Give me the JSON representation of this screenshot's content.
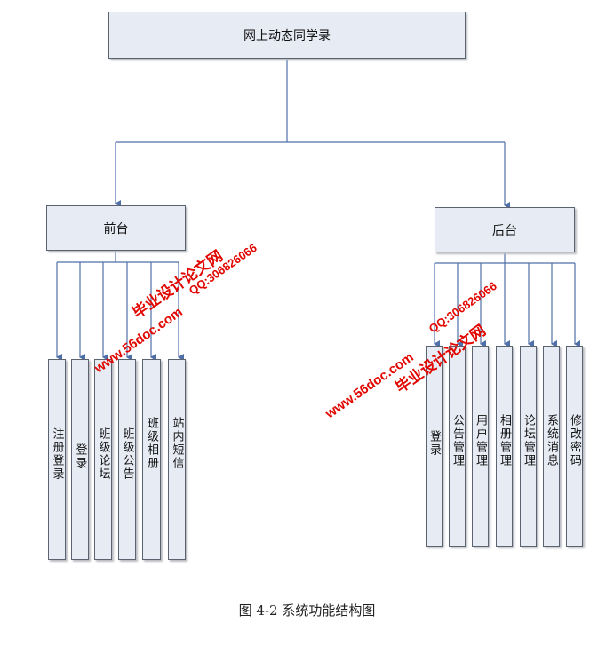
{
  "root": {
    "label": "网上动态同学录"
  },
  "front": {
    "label": "前台",
    "children": [
      "注册登录",
      "登录",
      "班级论坛",
      "班级公告",
      "班级相册",
      "站内短信"
    ]
  },
  "back": {
    "label": "后台",
    "children": [
      "登录",
      "公告管理",
      "用户管理",
      "相册管理",
      "论坛管理",
      "系统消息",
      "修改密码"
    ]
  },
  "caption": "图 4-2 系统功能结构图",
  "watermark": {
    "site": "www.56doc.com",
    "name": "毕业设计论文网",
    "qq": "QQ:306826066",
    "color": "#e10600"
  },
  "colors": {
    "box_fill": "#e7ebf4",
    "connector": "#4f6fa8",
    "border": "#5b6270"
  }
}
